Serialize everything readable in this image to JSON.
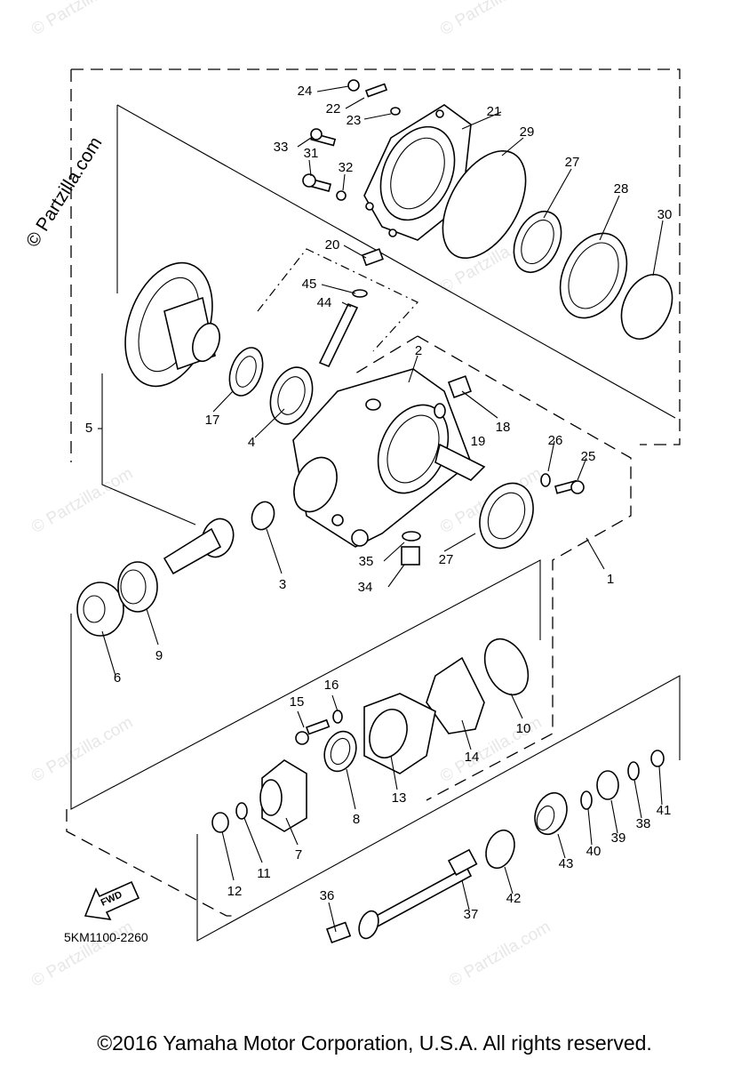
{
  "watermark": "© Partzilla.com",
  "faint_watermark": "© Partzilla.com",
  "diagram_code": "5KM1100-2260",
  "fwd_label": "FWD",
  "copyright": "©2016 Yamaha Motor Corporation, U.S.A. All rights reserved.",
  "callouts": [
    "1",
    "2",
    "3",
    "4",
    "5",
    "6",
    "7",
    "8",
    "9",
    "10",
    "11",
    "12",
    "13",
    "14",
    "15",
    "16",
    "17",
    "18",
    "19",
    "20",
    "21",
    "22",
    "23",
    "24",
    "25",
    "26",
    "27",
    "27",
    "28",
    "29",
    "30",
    "31",
    "32",
    "33",
    "34",
    "35",
    "36",
    "37",
    "38",
    "39",
    "40",
    "41",
    "42",
    "43",
    "44",
    "45"
  ]
}
